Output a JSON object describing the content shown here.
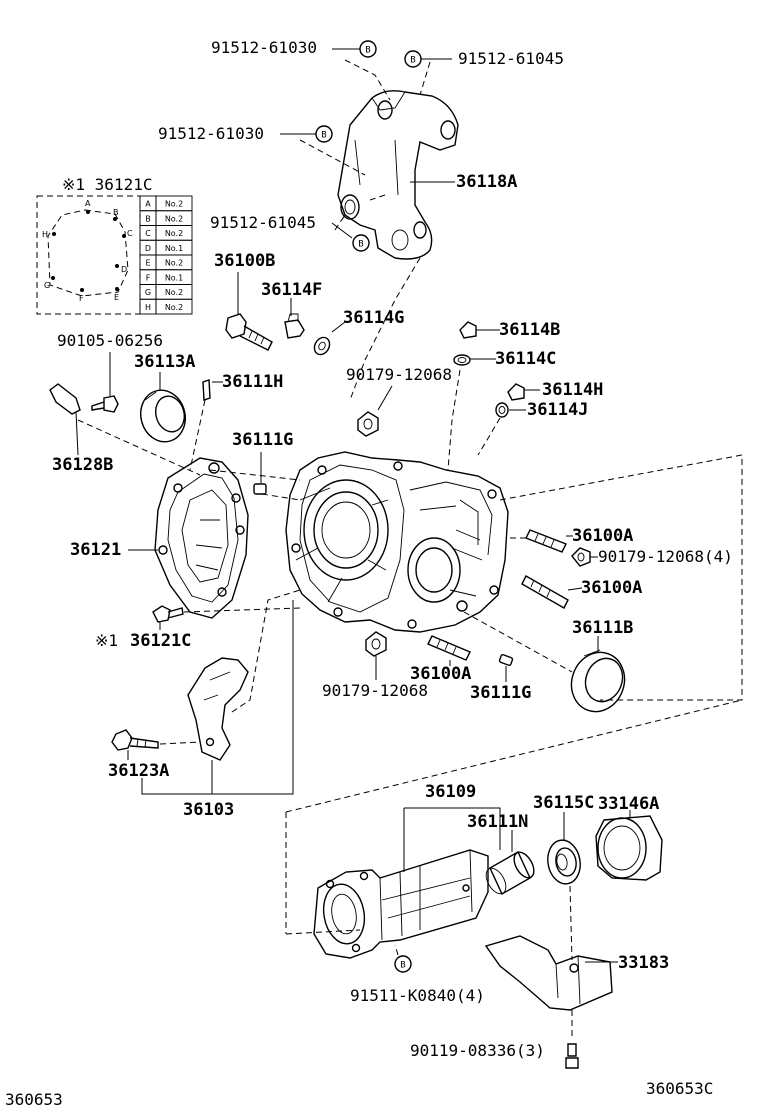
{
  "figure_code_left": "360653",
  "figure_code_right": "360653C",
  "callouts": {
    "top_left_b": "91512-61030",
    "top_right_b": "91512-61045",
    "mid_left_b": "91512-61030",
    "lower_left_b": "91512-61045",
    "bracket": "36118A",
    "bolt_b": "36100B",
    "plug_f": "36114F",
    "gasket_g": "36114G",
    "plug_b": "36114B",
    "gasket_c": "36114C",
    "nut_mid": "90179-12068",
    "plug_h": "36114H",
    "gasket_j": "36114J",
    "bolt_left": "90105-06256",
    "seal_a": "36113A",
    "pin_h": "36111H",
    "pin_g_top": "36111G",
    "bracket_b": "36128B",
    "cover": "36121",
    "bolt_c": "36121C",
    "stud_a1": "36100A",
    "nut_right": "90179-12068(4)",
    "stud_a2": "36100A",
    "seal_b": "36111B",
    "nut_bottom": "90179-12068",
    "stud_a3": "36100A",
    "pin_g_bottom": "36111G",
    "bolt_a": "36123A",
    "case": "36103",
    "extension": "36109",
    "bushing": "36111N",
    "bearing": "36115C",
    "dust_seal": "33146A",
    "support": "33183",
    "bolt_b_ext": "91511-K0840(4)",
    "bolt_bottom": "90119-08336(3)",
    "b_mark": "B",
    "mark_symbol": "※1",
    "mark_symbol_short": "※1"
  },
  "inset": {
    "title": "※1  36121C",
    "points": [
      "A",
      "B",
      "C",
      "D",
      "E",
      "F",
      "G",
      "H"
    ],
    "table": [
      {
        "k": "A",
        "v": "No.2"
      },
      {
        "k": "B",
        "v": "No.2"
      },
      {
        "k": "C",
        "v": "No.2"
      },
      {
        "k": "D",
        "v": "No.1"
      },
      {
        "k": "E",
        "v": "No.2"
      },
      {
        "k": "F",
        "v": "No.1"
      },
      {
        "k": "G",
        "v": "No.2"
      },
      {
        "k": "H",
        "v": "No.2"
      }
    ]
  }
}
